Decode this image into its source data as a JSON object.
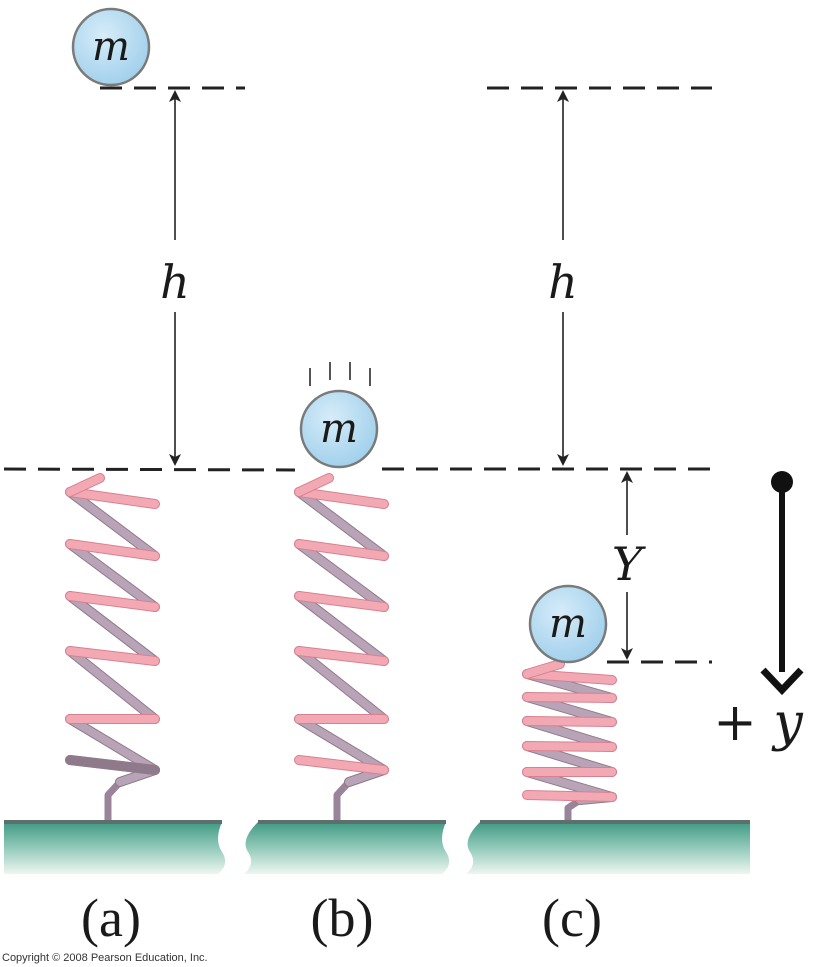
{
  "labels": {
    "mass_a": "m",
    "mass_b": "m",
    "mass_c": "m",
    "height_a": "h",
    "height_c": "h",
    "compression": "Y",
    "axis": "+ y",
    "panel_a": "(a)",
    "panel_b": "(b)",
    "panel_c": "(c)"
  },
  "copyright": "Copyright © 2008 Pearson Education, Inc.",
  "colors": {
    "mass_fill": "#aed8f0",
    "mass_edge": "#7a7a7a",
    "ground_top": "#3f9a85",
    "ground_bottom": "#eef6f2",
    "spring_front": "#f2a9b4",
    "spring_back": "#b9a3b6"
  },
  "icons": {
    "motion_lines": "falling-motion-lines-icon",
    "axis_arrow": "down-arrow-icon"
  }
}
